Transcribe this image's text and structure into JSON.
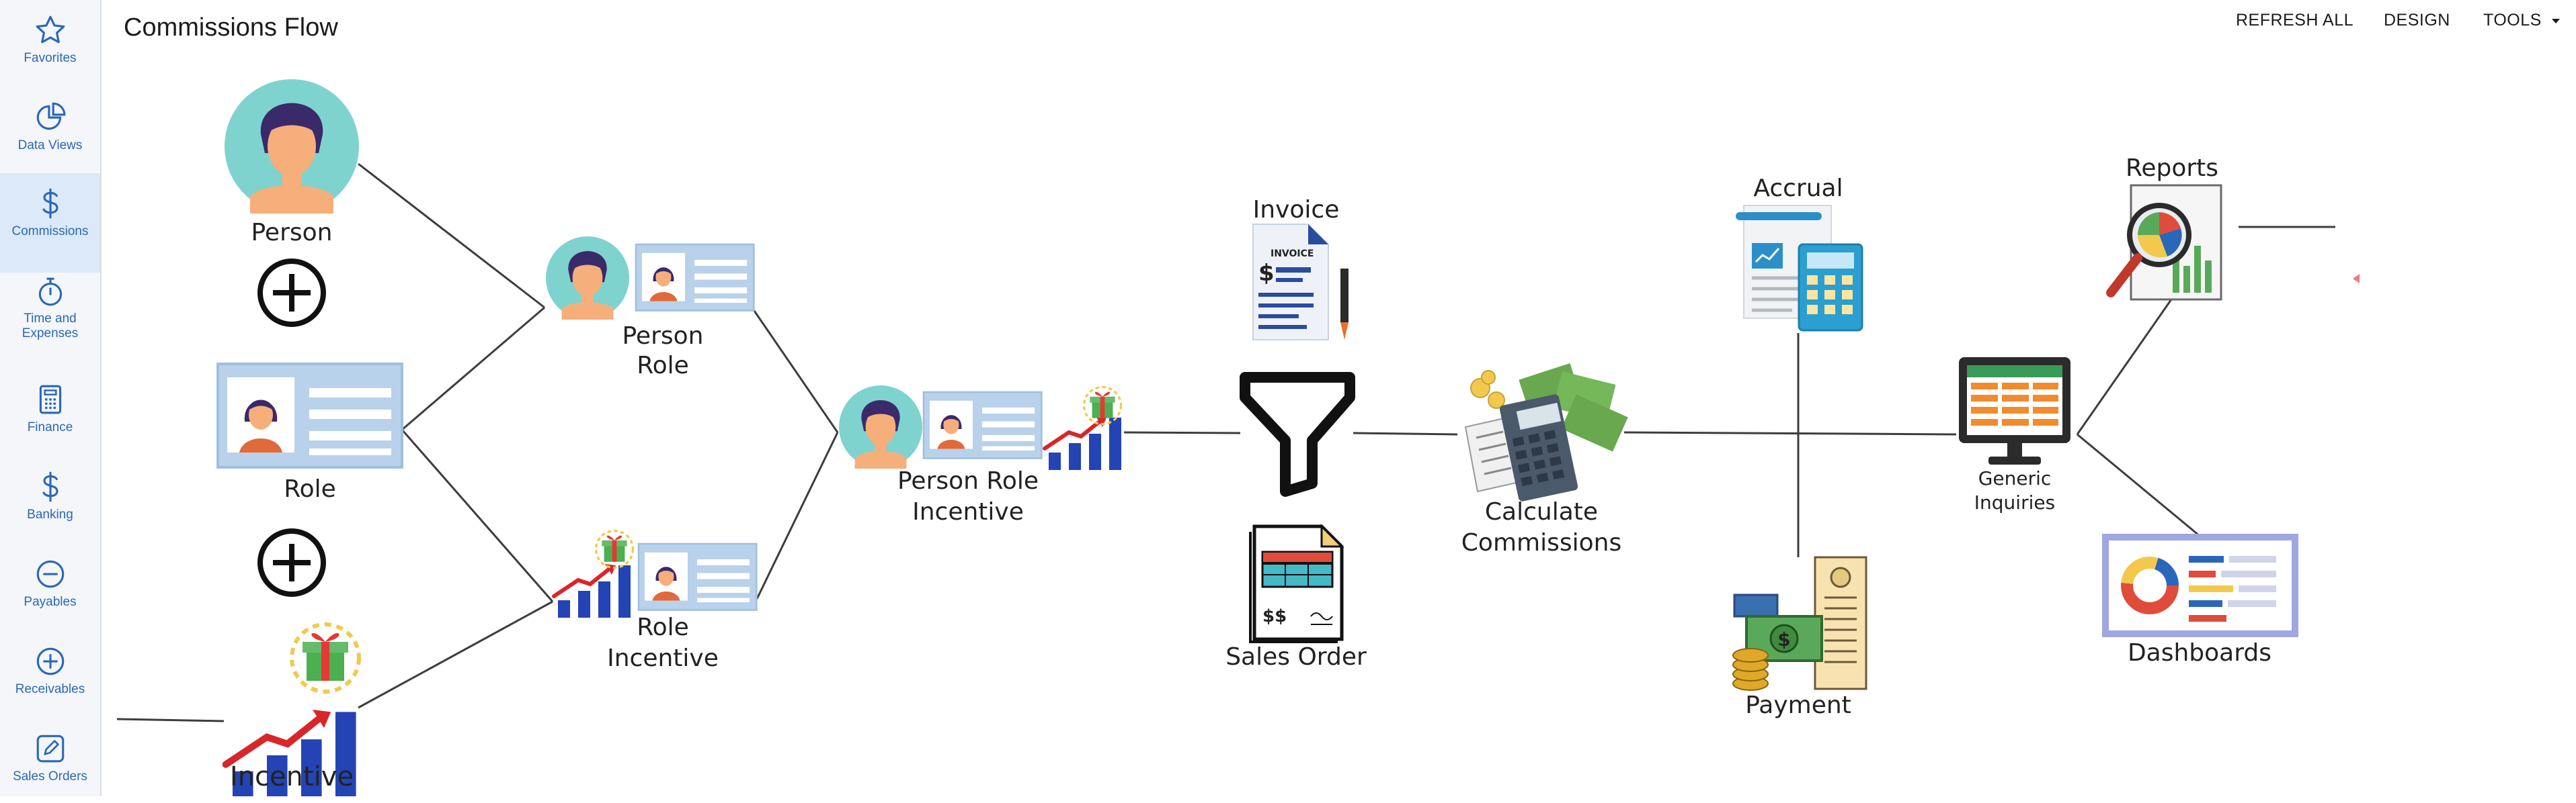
{
  "page": {
    "title": "Commissions Flow"
  },
  "toolbar": {
    "refresh_all": "REFRESH ALL",
    "design": "DESIGN",
    "tools": "TOOLS"
  },
  "sidebar": {
    "items": [
      {
        "label": "Favorites",
        "icon": "star-icon"
      },
      {
        "label": "Data Views",
        "icon": "pie-chart-icon"
      },
      {
        "label": "Commissions",
        "icon": "dollar-icon",
        "active": true
      },
      {
        "label": "Time and Expenses",
        "label_line1": "Time and",
        "label_line2": "Expenses",
        "icon": "stopwatch-icon"
      },
      {
        "label": "Finance",
        "icon": "calculator-icon"
      },
      {
        "label": "Banking",
        "icon": "dollar-icon"
      },
      {
        "label": "Payables",
        "icon": "minus-circle-icon"
      },
      {
        "label": "Receivables",
        "icon": "plus-circle-icon"
      },
      {
        "label": "Sales Orders",
        "icon": "pencil-icon"
      }
    ]
  },
  "flow": {
    "person": "Person",
    "role": "Role",
    "incentive": "Incentive",
    "person_role_1": "Person",
    "person_role_2": "Role",
    "role_incentive_1": "Role",
    "role_incentive_2": "Incentive",
    "pri_1": "Person Role",
    "pri_2": "Incentive",
    "invoice": "Invoice",
    "sales_order": "Sales Order",
    "calc_1": "Calculate",
    "calc_2": "Commissions",
    "accrual": "Accrual",
    "payment": "Payment",
    "gi_1": "Generic",
    "gi_2": "Inquiries",
    "reports": "Reports",
    "dashboards": "Dashboards",
    "invoice_doc_text": "INVOICE",
    "sales_doc_text": "$$"
  },
  "colors": {
    "accent": "#2b67b8",
    "teal": "#7fd3cf",
    "card": "#b9d1ea",
    "bar": "#2443b4",
    "arrow": "#d8262b"
  }
}
